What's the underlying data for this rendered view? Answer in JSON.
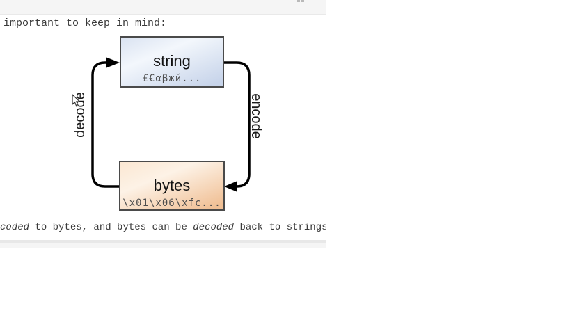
{
  "page": {
    "top_paragraph": "important to keep in mind:",
    "bottom_paragraph": {
      "seg1": "coded",
      "seg2": " to bytes, and bytes can be ",
      "seg3": "decoded",
      "seg4": " back to strings"
    }
  },
  "diagram": {
    "string_box": {
      "label": "string",
      "sample": "£€αβжй...",
      "gradient": [
        "#d9e2f1",
        "#f3f7fc",
        "#c7d4ea"
      ],
      "border": "#4a4a4a"
    },
    "bytes_box": {
      "label": "bytes",
      "sample": "\\x01\\x06\\xfc...",
      "gradient": [
        "#fbe7d2",
        "#fdf2e6",
        "#f0bf94"
      ],
      "border": "#4a4a4a"
    },
    "left_arrow_label": "decode",
    "right_arrow_label": "encode",
    "arrow_color": "#000000"
  },
  "colors": {
    "top_bar": "#f5f5f5",
    "divider_line": "#e8e8e8",
    "body_text": "#3a3a3a"
  }
}
